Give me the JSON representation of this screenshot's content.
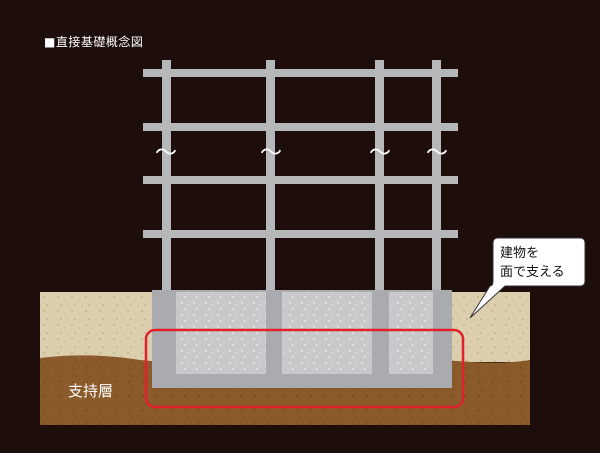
{
  "title": "■直接基礎概念図",
  "labels": {
    "bearing_layer": "支持層",
    "callout_line1": "建物を",
    "callout_line2": "面で支える"
  },
  "colors": {
    "background": "#1d0d0b",
    "surface_soil": "#dccfae",
    "bearing_soil": "#8b5a2b",
    "frame": "#b5b7b9",
    "foundation": "#c8c9cb",
    "highlight": "#e0202a"
  },
  "symbols": {
    "break_mark": "〜"
  }
}
